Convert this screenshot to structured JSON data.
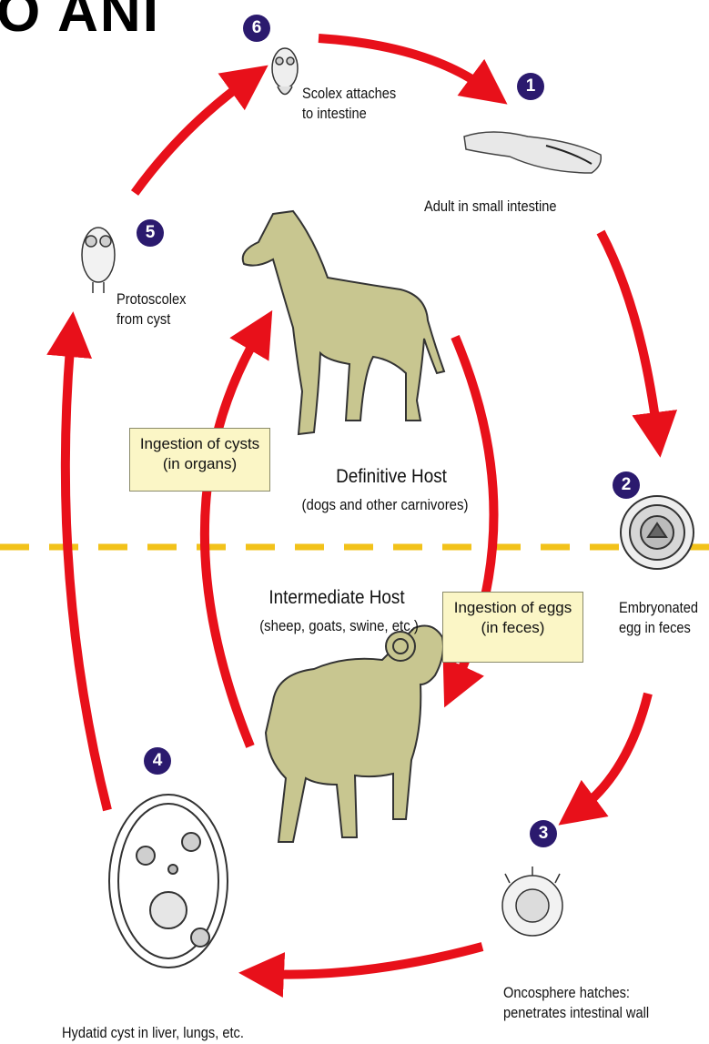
{
  "banner_text": "O ANI",
  "stages": [
    {
      "number": "1",
      "label_lines": [
        "Adult in small intestine"
      ]
    },
    {
      "number": "2",
      "label_lines": [
        "Embryonated",
        "egg in feces"
      ]
    },
    {
      "number": "3",
      "label_lines": [
        "Oncosphere hatches:",
        "penetrates intestinal wall"
      ]
    },
    {
      "number": "4",
      "label_lines": [
        "Hydatid cyst in liver, lungs, etc."
      ]
    },
    {
      "number": "5",
      "label_lines": [
        "Protoscolex",
        "from cyst"
      ]
    },
    {
      "number": "6",
      "label_lines": [
        "Scolex attaches",
        "to intestine"
      ]
    }
  ],
  "definitive_host": {
    "title": "Definitive Host",
    "subtitle": "(dogs and other carnivores)"
  },
  "intermediate_host": {
    "title": "Intermediate Host",
    "subtitle": "(sheep, goats, swine, etc.)"
  },
  "notes": {
    "cysts": [
      "Ingestion of cysts",
      "(in organs)"
    ],
    "eggs": [
      "Ingestion of eggs",
      "(in feces)"
    ]
  },
  "colors": {
    "arrow": "#e8101a",
    "badge": "#2b1a6e",
    "animal": "#c8c690",
    "divider": "#f2c21a",
    "note_bg": "#fbf6c6"
  }
}
